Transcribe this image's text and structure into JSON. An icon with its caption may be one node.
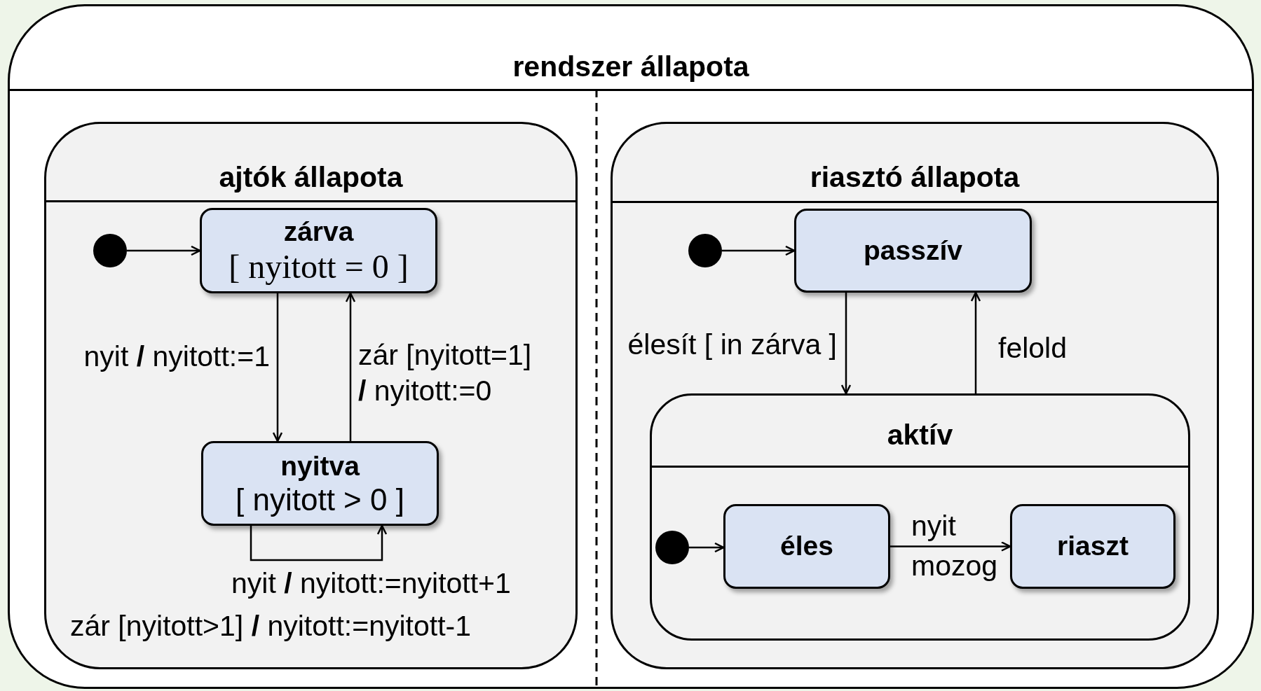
{
  "diagram": {
    "nodes": [
      {
        "text": [
          "rendszer állapota"
        ]
      },
      {
        "text": [
          "ajtók állapota"
        ],
        "in": 0
      },
      {
        "text": [],
        "shape": "circle",
        "in": 1
      },
      {
        "text": [
          "zárva",
          "[ nyitott = 0 ]"
        ],
        "in": 1
      },
      {
        "text": [
          "nyitva",
          "[ nyitott > 0 ]"
        ],
        "in": 1
      },
      {
        "text": [
          "riasztó állapota"
        ],
        "in": 0
      },
      {
        "text": [],
        "shape": "circle",
        "in": 5
      },
      {
        "text": [
          "passzív"
        ],
        "in": 5
      },
      {
        "text": [
          "aktív"
        ],
        "in": 5
      },
      {
        "text": [],
        "shape": "circle",
        "in": 8
      },
      {
        "text": [
          "éles"
        ],
        "in": 8
      },
      {
        "text": [
          "riaszt"
        ],
        "in": 8
      }
    ],
    "edges": [
      {
        "from": 2,
        "to": 3,
        "arrow": "to"
      },
      {
        "from": 3,
        "to": 4,
        "arrow": "to",
        "label": "nyit **/** nyitott:=1"
      },
      {
        "from": 4,
        "to": 3,
        "arrow": "to",
        "label": "zár [nyitott=1] **/** nyitott:=0"
      },
      {
        "from": 4,
        "to": 4,
        "arrow": "to",
        "label": "nyit **/** nyitott:=nyitott+1"
      },
      {
        "from": 6,
        "to": 7,
        "arrow": "to"
      },
      {
        "from": 7,
        "to": 8,
        "arrow": "to",
        "label": "élesít [ in zárva ]"
      },
      {
        "from": 8,
        "to": 7,
        "arrow": "to",
        "label": "felold"
      },
      {
        "from": 9,
        "to": 10,
        "arrow": "to"
      },
      {
        "from": 10,
        "to": 11,
        "arrow": "to",
        "label": "nyit"
      }
    ],
    "labels": [
      "zár [nyitott>1] **/** nyitott:=nyitott-1",
      "mozog"
    ]
  }
}
